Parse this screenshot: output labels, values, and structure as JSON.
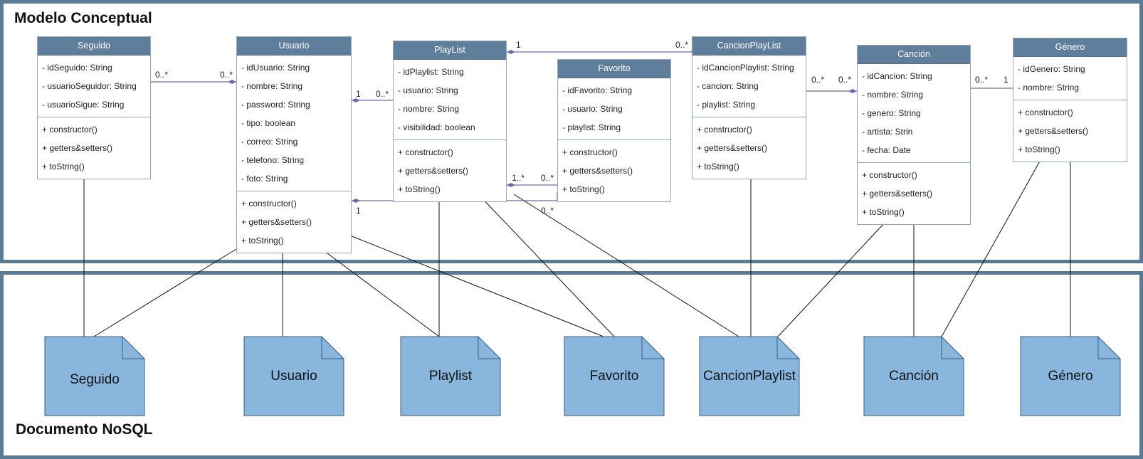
{
  "titles": {
    "top": "Modelo Conceptual",
    "bottom": "Documento NoSQL"
  },
  "classes": {
    "seguido": {
      "name": "Seguido",
      "attributes": [
        "- idSeguido: String",
        "- usuarioSeguidor: String",
        "- usuarioSigue: String"
      ],
      "operations": [
        "+ constructor()",
        "+ getters&setters()",
        "+ toString()"
      ]
    },
    "usuario": {
      "name": "Usuario",
      "attributes": [
        "- idUsuario: String",
        "- nombre: String",
        "- password: String",
        "- tipo: boolean",
        "- correo: String",
        "- telefono: String",
        "- foto: String"
      ],
      "operations": [
        "+ constructor()",
        "+ getters&setters()",
        "+ toString()"
      ]
    },
    "playlist": {
      "name": "PlayList",
      "attributes": [
        "- idPlaylist: String",
        "- usuario: String",
        "- nombre: String",
        "- visibilidad: boolean"
      ],
      "operations": [
        "+ constructor()",
        "+ getters&setters()",
        "+ toString()"
      ]
    },
    "favorito": {
      "name": "Favorito",
      "attributes": [
        "- idFavorito: String",
        "- usuario: String",
        "- playlist: String"
      ],
      "operations": [
        "+ constructor()",
        "+ getters&setters()",
        "+ toString()"
      ]
    },
    "cancionplaylist": {
      "name": "CancionPlayList",
      "attributes": [
        "- idCancionPlaylist: String",
        "- cancion: String",
        "- playlist: String"
      ],
      "operations": [
        "+ constructor()",
        "+ getters&setters()",
        "+ toString()"
      ]
    },
    "cancion": {
      "name": "Canción",
      "attributes": [
        "- idCancion: String",
        "- nombre: String",
        "- genero: String",
        "- artista: Strin",
        "- fecha: Date"
      ],
      "operations": [
        "+ constructor()",
        "+ getters&setters()",
        "+ toString()"
      ]
    },
    "genero": {
      "name": "Género",
      "attributes": [
        "- idGenero: String",
        "- nombre: String"
      ],
      "operations": [
        "+ constructor()",
        "+ getters&setters()",
        "+ toString()"
      ]
    }
  },
  "multiplicities": {
    "seguido_usuario_a": "0..*",
    "seguido_usuario_b": "0..*",
    "usuario_playlist_a": "1",
    "usuario_playlist_b": "0..*",
    "playlist_cancionplaylist_a": "1",
    "playlist_cancionplaylist_b": "0..*",
    "playlist_favorito_a": "1..*",
    "playlist_favorito_b": "0..*",
    "usuario_favorito_a": "1",
    "usuario_favorito_b": "0..*",
    "cancionplaylist_cancion_a": "0..*",
    "cancionplaylist_cancion_b": "0..*",
    "cancion_genero_a": "0..*",
    "cancion_genero_b": "1"
  },
  "documents": [
    "Seguido",
    "Usuario",
    "Playlist",
    "Favorito",
    "CancionPlaylist",
    "Canción",
    "Género"
  ],
  "colors": {
    "panel_border": "#5a7a96",
    "class_header": "#5f7e9b",
    "document_fill": "#88b6dd",
    "document_stroke": "#3a5f82",
    "association_line": "#6f6aa6",
    "mapping_line": "#111111"
  }
}
